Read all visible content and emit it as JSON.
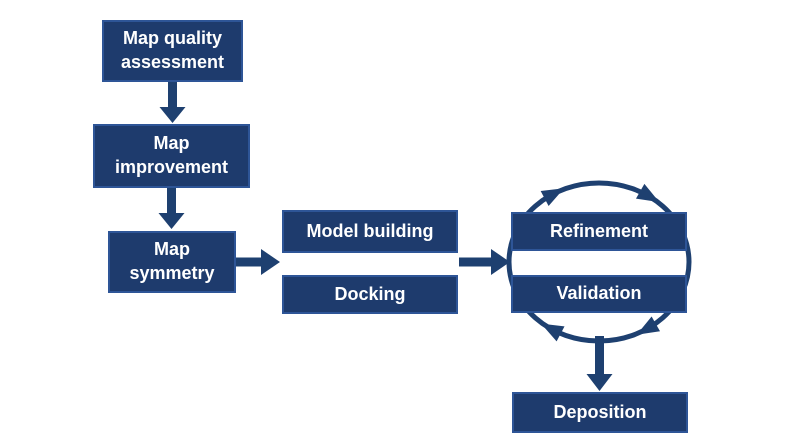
{
  "colors": {
    "background": "#ffffff",
    "box_fill": "#1e3b6d",
    "box_border": "#2e5597",
    "box_text": "#ffffff",
    "arrow": "#1e4070"
  },
  "nodes": [
    {
      "id": "map-quality-assessment",
      "label": "Map quality\nassessment"
    },
    {
      "id": "map-improvement",
      "label": "Map\nimprovement"
    },
    {
      "id": "map-symmetry",
      "label": "Map\nsymmetry"
    },
    {
      "id": "model-building",
      "label": "Model building"
    },
    {
      "id": "docking",
      "label": "Docking"
    },
    {
      "id": "refinement",
      "label": "Refinement"
    },
    {
      "id": "validation",
      "label": "Validation"
    },
    {
      "id": "deposition",
      "label": "Deposition"
    }
  ],
  "edges": [
    {
      "from": "map-quality-assessment",
      "to": "map-improvement"
    },
    {
      "from": "map-improvement",
      "to": "map-symmetry"
    },
    {
      "from": "map-symmetry",
      "to": "model-building / docking"
    },
    {
      "from": "model-building / docking",
      "to": "refinement / validation"
    },
    {
      "from": "refinement / validation cycle",
      "to": "deposition"
    }
  ],
  "cycle": {
    "between": [
      "refinement",
      "validation"
    ],
    "direction": "clockwise",
    "arrowhead_count": 4
  }
}
